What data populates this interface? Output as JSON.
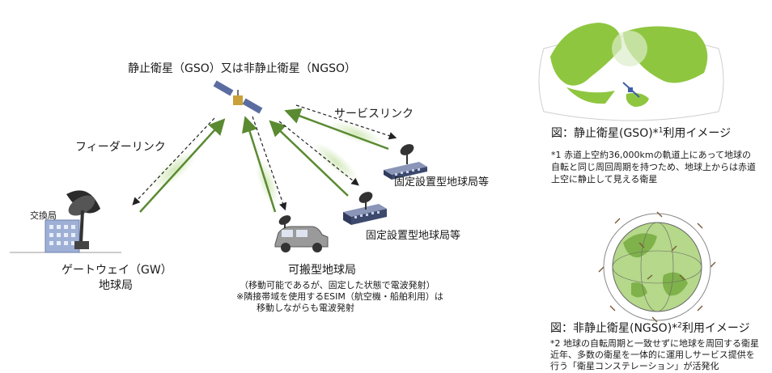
{
  "satellite": {
    "title": "静止衛星（GSO）又は非静止衛星（NGSO）"
  },
  "links": {
    "feeder": "フィーダーリンク",
    "service": "サービスリンク"
  },
  "gateway": {
    "exchange": "交換局",
    "line1": "ゲートウェイ（GW）",
    "line2": "地球局"
  },
  "fixed_stations": {
    "upper": "固定設置型地球局等",
    "lower": "固定設置型地球局等"
  },
  "portable": {
    "title": "可搬型地球局",
    "note1": "（移動可能であるが、固定した状態で電波発射）",
    "note2": "※隣接帯域を使用するESIM（航空機・船舶利用）は",
    "note3": "移動しながらも電波発射"
  },
  "gso_figure": {
    "caption_pre": "図：静止衛星(GSO)*",
    "caption_sup": "1",
    "caption_post": "利用イメージ",
    "note1": "*1 赤道上空約36,000kmの軌道上にあって地球の",
    "note2": "自転と同じ周回周期を持つため、地球上からは赤道",
    "note3": "上空に静止して見える衛星"
  },
  "ngso_figure": {
    "caption_pre": "図：非静止衛星(NGSO)*",
    "caption_sup": "2",
    "caption_post": "利用イメージ",
    "note1": "*2 地球の自転周期と一致せずに地球を周回する衛星",
    "note2": "近年、多数の衛星を一体的に運用しサービス提供を",
    "note3": "行う「衛星コンステレーション」が活発化"
  },
  "colors": {
    "arrow_green": "#5a8a32",
    "beam_green": "#cfe6b4",
    "building_blue": "#3d4a6e",
    "ocean": "#ffffff",
    "land": "#8fc640",
    "ngso_globe": "#b5d88a"
  }
}
